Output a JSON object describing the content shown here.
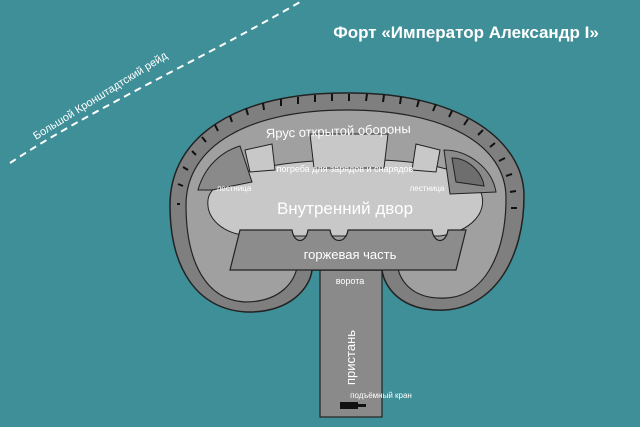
{
  "title": "Форт «Император Александр I»",
  "roadstead": "Большой Кронштадтский рейд",
  "labels": {
    "open_tier": "Ярус открытой обороны",
    "magazines": "погреба для зарядов и снарядов",
    "stair_left": "лестница",
    "stair_right": "лестница",
    "courtyard": "Внутренний двор",
    "gorge": "горжевая часть",
    "gate": "ворота",
    "pier": "пристань",
    "crane": "подъёмный кран"
  },
  "colors": {
    "sea": "#3f8f99",
    "outer_ring": "#7f7f7f",
    "tier": "#a0a0a0",
    "courtyard": "#c8c8c8",
    "gorge": "#8c8c8c",
    "pier": "#8a8a8a",
    "tower": "#6e6e6e",
    "text": "#ffffff"
  }
}
